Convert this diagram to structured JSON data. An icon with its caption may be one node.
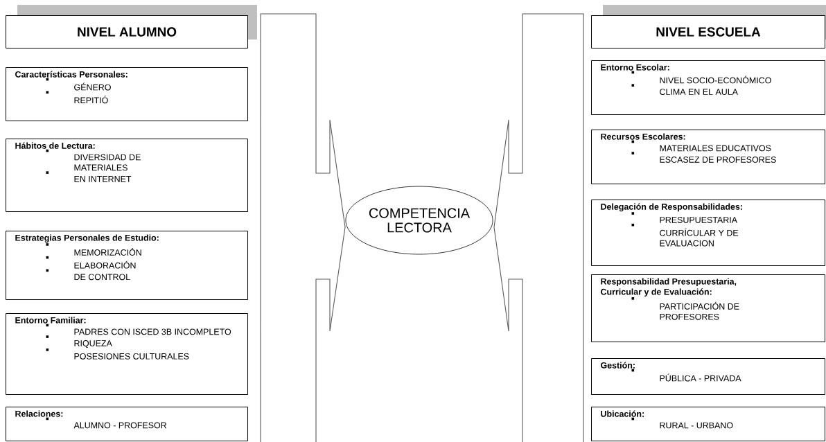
{
  "diagram": {
    "nodes": [
      {
        "text": [
          "NIVEL ALUMNO"
        ]
      },
      {
        "text": [
          "Características Personales:",
          "GÉNERO",
          "REPITIÓ"
        ]
      },
      {
        "text": [
          "Hábitos de Lectura:",
          "DIVERSIDAD DE MATERIALES",
          "EN INTERNET"
        ]
      },
      {
        "text": [
          "Estrategias Personales de Estudio:",
          "MEMORIZACIÓN",
          "ELABORACIÓN",
          "DE CONTROL"
        ]
      },
      {
        "text": [
          "Entorno Familiar:",
          "PADRES CON ISCED 3B INCOMPLETO",
          "RIQUEZA",
          "POSESIONES CULTURALES"
        ]
      },
      {
        "text": [
          "Relaciones:",
          "ALUMNO - PROFESOR"
        ]
      },
      {
        "text": [
          "COMPETENCIA LECTORA"
        ]
      },
      {
        "text": [
          "NIVEL ESCUELA"
        ]
      },
      {
        "text": [
          "Entorno Escolar:",
          "NIVEL SOCIO-ECONÓMICO",
          "CLIMA EN EL AULA"
        ]
      },
      {
        "text": [
          "Recursos Escolares:",
          "MATERIALES EDUCATIVOS",
          "ESCASEZ DE PROFESORES"
        ]
      },
      {
        "text": [
          "Delegación de Responsabilidades:",
          "PRESUPUESTARIA",
          "CURRÍCULAR Y DE EVALUACION"
        ]
      },
      {
        "text": [
          "Responsabilidad Presupuestaria, Curricular y de Evaluación:",
          "PARTICIPACIÓN DE PROFESORES"
        ]
      },
      {
        "text": [
          "Gestión:",
          "PÚBLICA - PRIVADA"
        ]
      },
      {
        "text": [
          "Ubicación:",
          "RURAL - URBANO"
        ]
      }
    ]
  }
}
